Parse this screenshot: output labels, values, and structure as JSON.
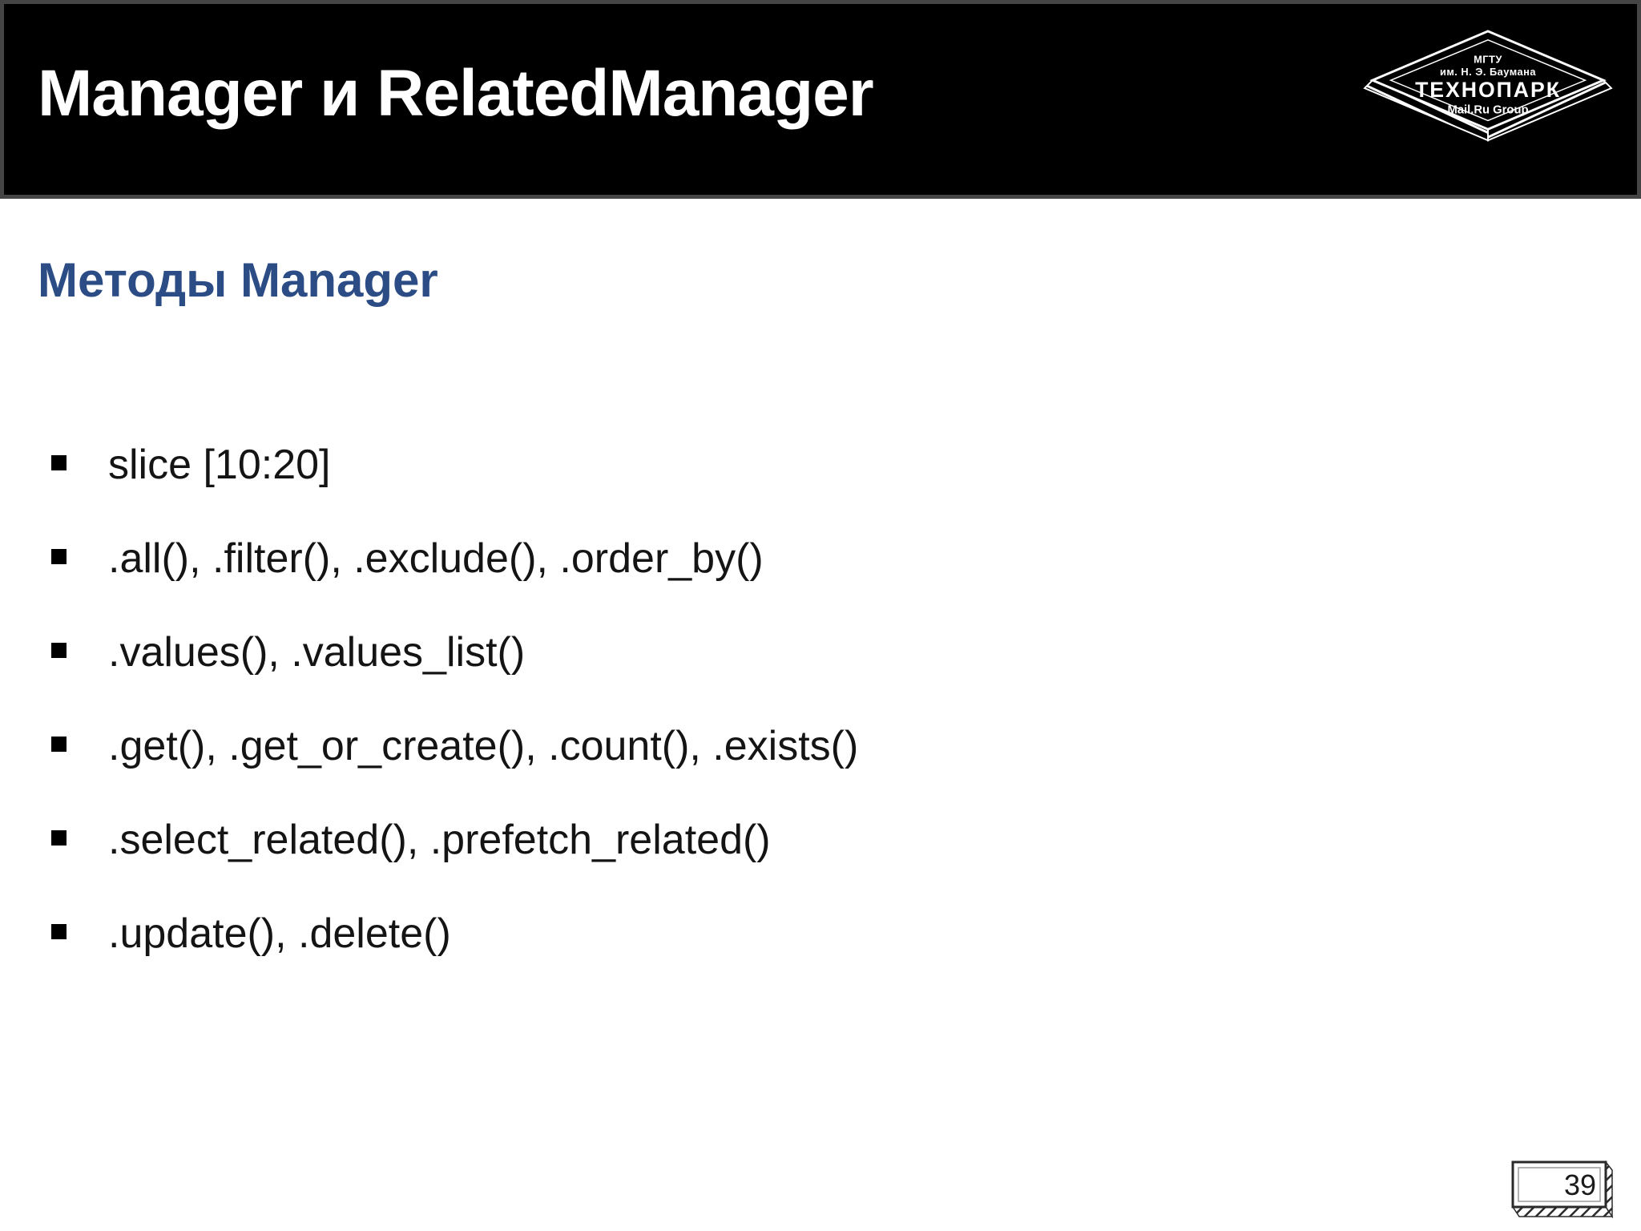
{
  "header": {
    "title": "Manager и RelatedManager",
    "logo": {
      "university": "МГТУ",
      "university_sub": "им. Н. Э. Баумана",
      "name": "ТЕХНОПАРК",
      "company": "Mail.Ru Group"
    }
  },
  "content": {
    "subtitle": "Методы Manager",
    "bullets": [
      "slice [10:20]",
      ".all(), .filter(), .exclude(), .order_by()",
      ".values(), .values_list()",
      ".get(), .get_or_create(), .count(), .exists()",
      ".select_related(), .prefetch_related()",
      ".update(), .delete()"
    ]
  },
  "footer": {
    "page_number": "39"
  },
  "colors": {
    "header_background": "#000000",
    "header_border": "#454545",
    "title_text": "#ffffff",
    "subtitle_text": "#2b4c85",
    "body_text": "#141414",
    "background": "#ffffff"
  }
}
